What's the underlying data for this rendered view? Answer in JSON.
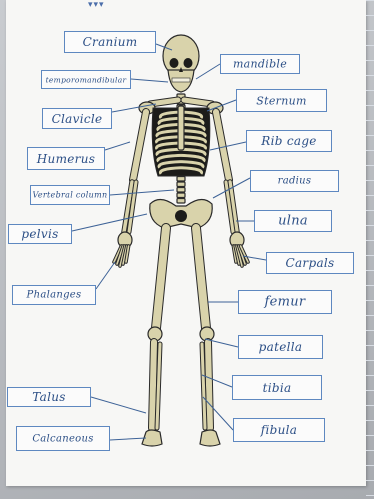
{
  "diagram": {
    "labels": [
      {
        "id": "cranium",
        "text": "Cranium"
      },
      {
        "id": "temporomandibular",
        "text": "temporomandibular"
      },
      {
        "id": "mandible",
        "text": "mandible"
      },
      {
        "id": "clavicle",
        "text": "Clavicle"
      },
      {
        "id": "sternum",
        "text": "Sternum"
      },
      {
        "id": "ribcage",
        "text": "Rib cage"
      },
      {
        "id": "humerus",
        "text": "Humerus"
      },
      {
        "id": "vertebral-column",
        "text": "Vertebral column"
      },
      {
        "id": "radius",
        "text": "radius"
      },
      {
        "id": "pelvis",
        "text": "pelvis"
      },
      {
        "id": "ulna",
        "text": "ulna"
      },
      {
        "id": "carpals",
        "text": "Carpals"
      },
      {
        "id": "phalanges",
        "text": "Phalanges"
      },
      {
        "id": "femur",
        "text": "femur"
      },
      {
        "id": "patella",
        "text": "patella"
      },
      {
        "id": "tibia",
        "text": "tibia"
      },
      {
        "id": "talus",
        "text": "Talus"
      },
      {
        "id": "fibula",
        "text": "fibula"
      },
      {
        "id": "calcaneous",
        "text": "Calcaneous"
      }
    ],
    "colors": {
      "bone": "#d9d3ab",
      "bone_outline": "#2a2a2a",
      "ribs_dark": "#1c1c1a",
      "label_border": "#5e88c0",
      "handwriting": "#2c4f86",
      "leader_line": "#3d6297"
    }
  }
}
